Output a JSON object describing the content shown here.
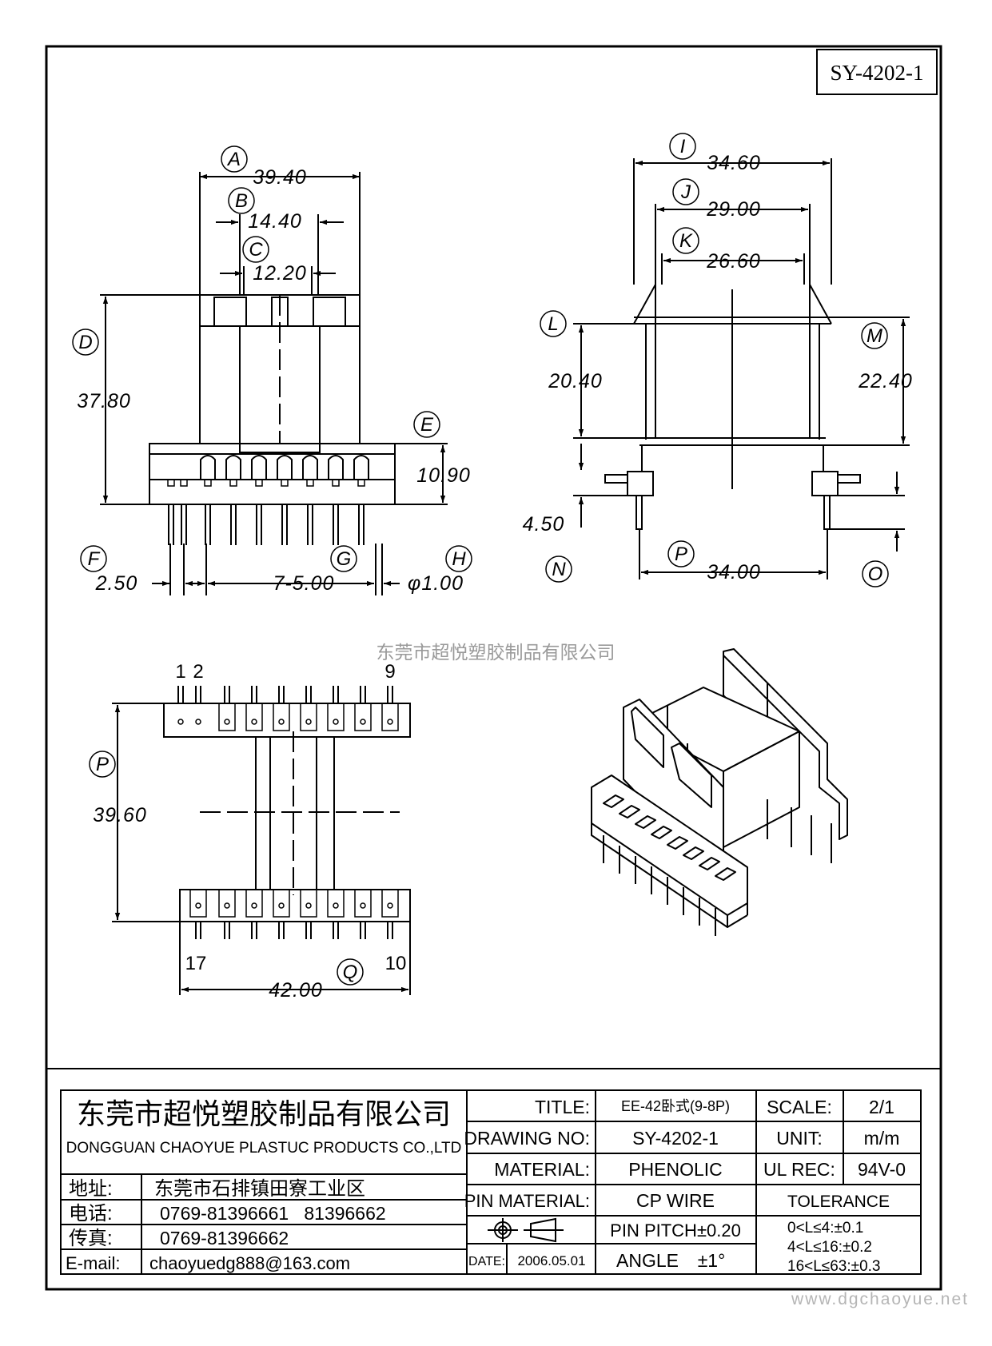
{
  "part_number": "SY-4202-1",
  "watermark_company": "东莞市超悦塑胶制品有限公司",
  "watermark_site": "www.dgchaoyue.net",
  "front_view": {
    "labels": {
      "A": "A",
      "B": "B",
      "C": "C",
      "D": "D",
      "E": "E",
      "F": "F",
      "G": "G",
      "H": "H"
    },
    "dims": {
      "A": "39.40",
      "B": "14.40",
      "C": "12.20",
      "D": "37.80",
      "E": "10.90",
      "F": "2.50",
      "G": "7-5.00",
      "H": "φ1.00"
    }
  },
  "side_view": {
    "labels": {
      "I": "I",
      "J": "J",
      "K": "K",
      "L": "L",
      "M": "M",
      "N": "N",
      "O": "O",
      "P": "P"
    },
    "dims": {
      "I": "34.60",
      "J": "29.00",
      "K": "26.60",
      "L": "20.40",
      "M": "22.40",
      "N": "4.50",
      "P": "34.00"
    }
  },
  "bottom_view": {
    "pin_labels": {
      "p1": "1",
      "p2": "2",
      "p9": "9",
      "p17": "17",
      "p10": "10"
    },
    "labels": {
      "P": "P",
      "Q": "Q"
    },
    "dims": {
      "P": "39.60",
      "Q": "42.00"
    }
  },
  "title_block": {
    "company_cn": "东莞市超悦塑胶制品有限公司",
    "company_en": "DONGGUAN CHAOYUE PLASTUC PRODUCTS CO.,LTD",
    "address_label": "地址:",
    "address_value": "东莞市石排镇田寮工业区",
    "phone_label": "电话:",
    "phone_value": "0769-81396661   81396662",
    "fax_label": "传真:",
    "fax_value": "0769-81396662",
    "email_label": "E-mail:",
    "email_value": "chaoyuedg888@163.com",
    "title_label": "TITLE:",
    "title_value": "EE-42卧式(9-8P)",
    "drawing_no_label": "DRAWING NO:",
    "drawing_no_value": "SY-4202-1",
    "material_label": "MATERIAL:",
    "material_value": "PHENOLIC",
    "pin_material_label": "PIN MATERIAL:",
    "pin_material_value": "CP WIRE",
    "date_label": "DATE:",
    "date_value": "2006.05.01",
    "pin_pitch": "PIN PITCH±0.20",
    "angle_label": "ANGLE",
    "angle_value": "±1°",
    "scale_label": "SCALE:",
    "scale_value": "2/1",
    "unit_label": "UNIT:",
    "unit_value": "m/m",
    "ul_label": "UL REC:",
    "ul_value": "94V-0",
    "tolerance_label": "TOLERANCE",
    "tol1": "0<L≤4:±0.1",
    "tol2": "4<L≤16:±0.2",
    "tol3": "16<L≤63:±0.3"
  }
}
